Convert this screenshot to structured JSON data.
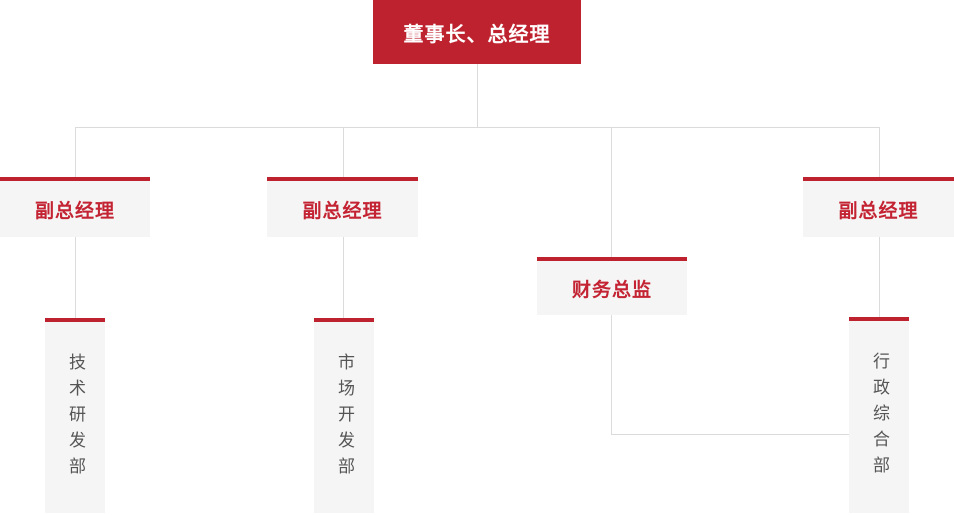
{
  "colors": {
    "accent_red": "#be222f",
    "box_background": "#f5f5f5",
    "connector_line": "#dbdbdb",
    "department_text": "#555555",
    "root_text": "#ffffff"
  },
  "org_chart": {
    "root": {
      "label": "董事长、总经理"
    },
    "managers": [
      {
        "label": "副总经理"
      },
      {
        "label": "副总经理"
      },
      {
        "label": "财务总监"
      },
      {
        "label": "副总经理"
      }
    ],
    "departments": [
      {
        "label": "技术研发部"
      },
      {
        "label": "市场开发部"
      },
      {
        "label": "行政综合部"
      }
    ]
  }
}
